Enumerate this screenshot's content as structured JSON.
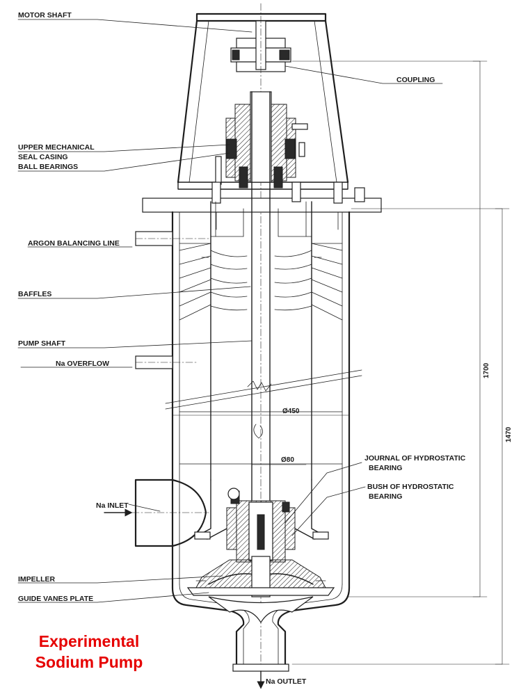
{
  "title": {
    "line1": "Experimental",
    "line2": "Sodium Pump",
    "color": "#e60000"
  },
  "labels": {
    "motor_shaft": "MOTOR SHAFT",
    "coupling": "COUPLING",
    "upper_mech_1": "UPPER MECHANICAL",
    "upper_mech_2": "SEAL CASING",
    "ball_bearings": "BALL BEARINGS",
    "argon_line": "ARGON BALANCING LINE",
    "baffles": "BAFFLES",
    "pump_shaft": "PUMP SHAFT",
    "na_overflow": "Na OVERFLOW",
    "journal_1": "JOURNAL OF HYDROSTATIC",
    "journal_2": "BEARING",
    "bush_1": "BUSH OF HYDROSTATIC",
    "bush_2": "BEARING",
    "na_inlet": "Na INLET",
    "impeller": "IMPELLER",
    "guide_vanes": "GUIDE VANES PLATE",
    "na_outlet": "Na OUTLET"
  },
  "dimensions": {
    "d450": "Ø450",
    "d80": "Ø80",
    "h1700": "1700",
    "h1470": "1470"
  }
}
